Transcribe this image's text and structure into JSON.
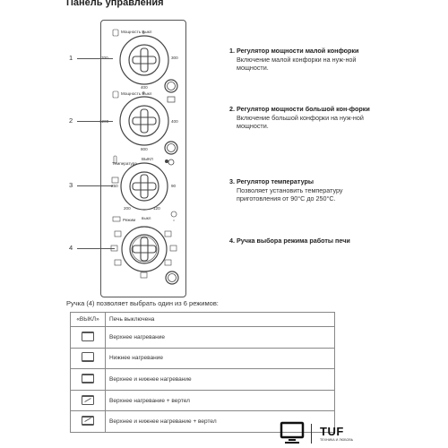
{
  "title": "Панель управления",
  "callouts": [
    {
      "num": "1",
      "heading": "1. Регулятор мощности малой конфорки",
      "text": "Включение малой конфорки на нуж-ной мощности."
    },
    {
      "num": "2",
      "heading": "2. Регулятор мощности большой кон-форки",
      "text": "Включение большой конфорки на нуж-ной мощности."
    },
    {
      "num": "3",
      "heading": "3. Регулятор температуры",
      "text": "Позволяет установить температуру приготовления от 90°С до 250°С."
    },
    {
      "num": "4",
      "heading": "4. Ручка выбора режима работы печи",
      "text": ""
    }
  ],
  "knob1": {
    "label": "Мощность Выкл",
    "scale": [
      "0",
      "700",
      "300",
      "400"
    ]
  },
  "knob2": {
    "label": "Мощность Выкл",
    "scale": [
      "0",
      "1200",
      "400",
      "800"
    ]
  },
  "knob3": {
    "label": "Температура",
    "off": "ВЫКЛ",
    "scale": [
      "250",
      "90",
      "200",
      "120"
    ]
  },
  "knob4": {
    "label": "Режим",
    "off": "выкл"
  },
  "note": "Ручка (4) позволяет выбрать один из 6 режимов:",
  "modes": [
    {
      "icon": "off-label",
      "label": "«ВЫКЛ»",
      "text": "Печь выключена"
    },
    {
      "icon": "top-heat-icon",
      "text": "Верхнее нагревание"
    },
    {
      "icon": "bottom-heat-icon",
      "text": "Нижнее нагревание"
    },
    {
      "icon": "top-bottom-heat-icon",
      "text": "Верхнее и нижнее нагревание"
    },
    {
      "icon": "top-heat-rotisserie-icon",
      "text": "Верхнее нагревание + вертел"
    },
    {
      "icon": "top-bottom-rotisserie-icon",
      "text": "Верхнее и нижнее нагревание + вертел"
    }
  ],
  "brand": {
    "word": "TUF",
    "tagline": "ТЕХНИКА И ЛЮБОВЬ"
  }
}
